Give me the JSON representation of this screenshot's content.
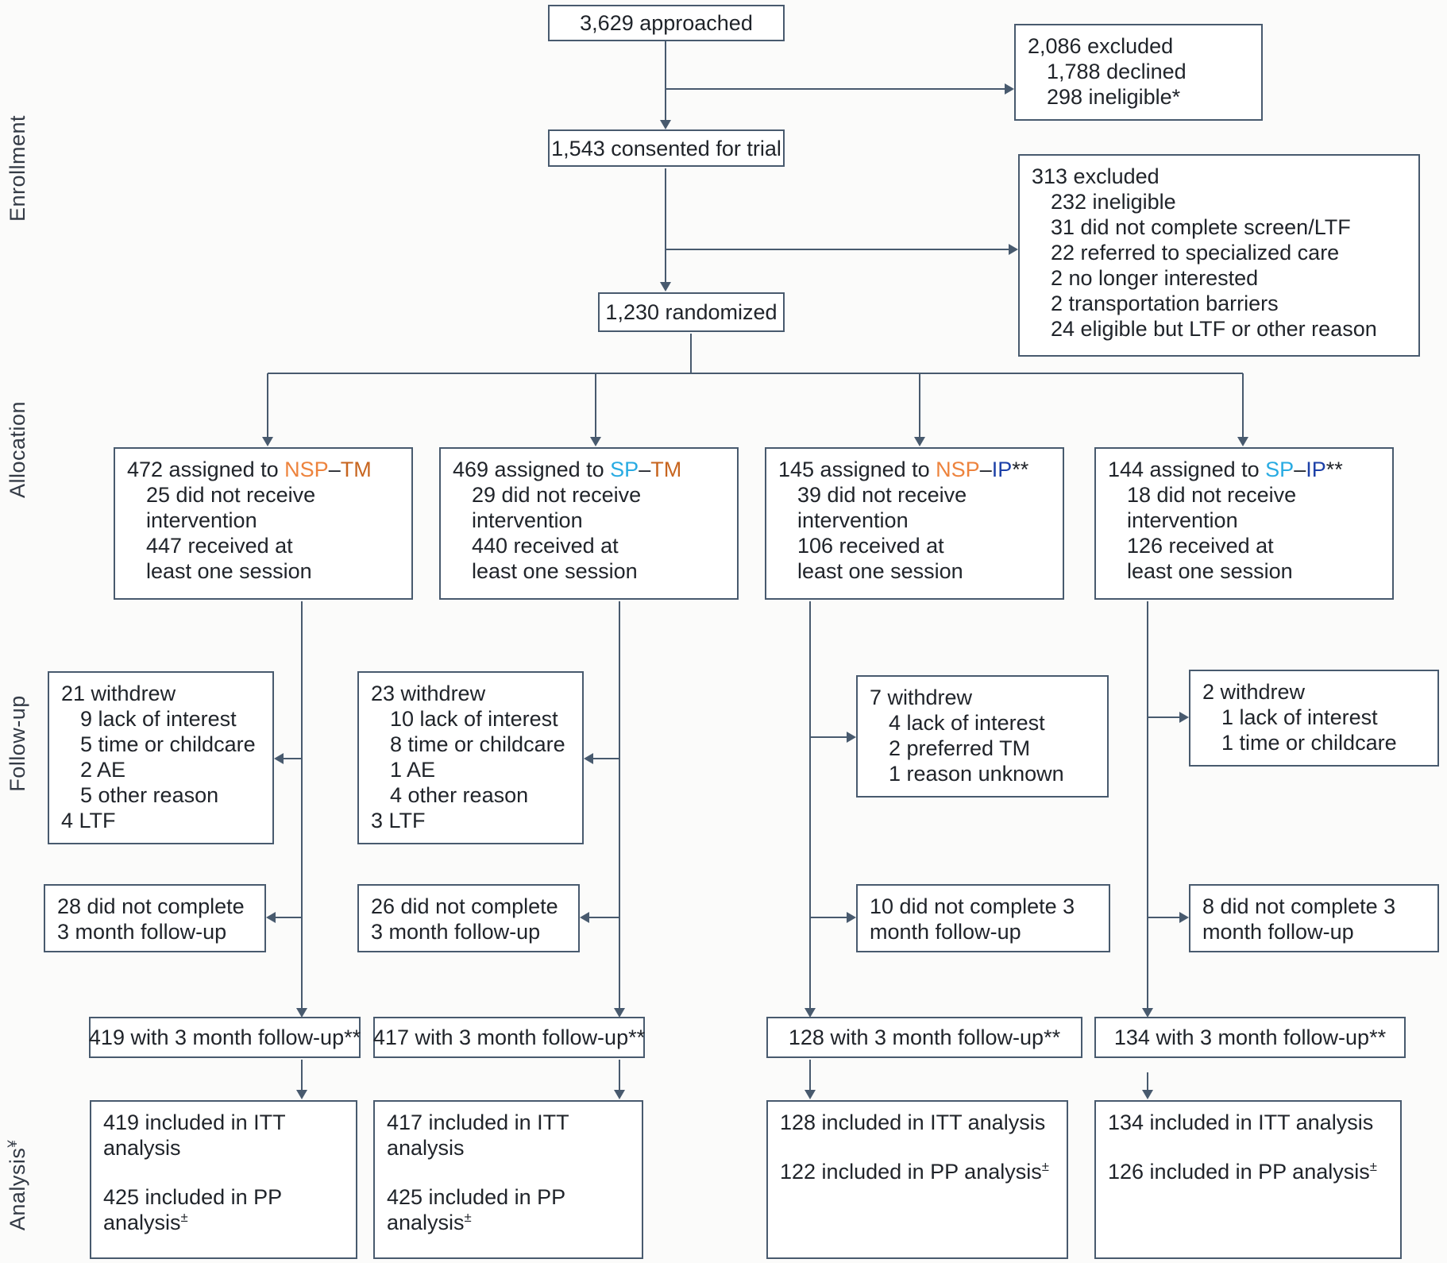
{
  "colors": {
    "line": "#485a6e",
    "text": "#20242a",
    "nsp": "#ed833d",
    "tm": "#c7651f",
    "sp": "#29abe2",
    "ip": "#1d41a8"
  },
  "stages": [
    {
      "label": "Enrollment",
      "sup": ""
    },
    {
      "label": "Allocation",
      "sup": ""
    },
    {
      "label": "Follow-up",
      "sup": ""
    },
    {
      "label": "Analysis",
      "sup": "¥"
    }
  ],
  "enrollment": {
    "approached": "3,629 approached",
    "excluded_top": {
      "lines": [
        {
          "text": "2,086 excluded",
          "indent": 0
        },
        {
          "text": "1,788 declined",
          "indent": 1
        },
        {
          "text": "298 ineligible*",
          "indent": 1
        }
      ]
    },
    "consented": "1,543 consented for trial",
    "excluded_screen": {
      "lines": [
        {
          "text": "313 excluded",
          "indent": 0
        },
        {
          "text": "232 ineligible",
          "indent": 1
        },
        {
          "text": "31 did not complete screen/LTF",
          "indent": 1
        },
        {
          "text": "22 referred to specialized care",
          "indent": 1
        },
        {
          "text": "2 no longer interested",
          "indent": 1
        },
        {
          "text": "2 transportation barriers",
          "indent": 1
        },
        {
          "text": "24 eligible but LTF or other reason",
          "indent": 1
        }
      ]
    },
    "randomized": "1,230 randomized"
  },
  "arms": [
    {
      "name": "NSP-TM",
      "assigned_segments": [
        {
          "text": "472 assigned to ",
          "color": "text"
        },
        {
          "text": "NSP",
          "color": "nsp"
        },
        {
          "text": "–",
          "color": "text"
        },
        {
          "text": "TM",
          "color": "tm"
        }
      ],
      "assigned_lines": [
        {
          "text": "25 did not receive",
          "indent": 1
        },
        {
          "text": "intervention",
          "indent": 1
        },
        {
          "text": "447 received at",
          "indent": 1
        },
        {
          "text": "least one session",
          "indent": 1
        }
      ],
      "withdrew_lines": [
        {
          "text": "21 withdrew",
          "indent": 0
        },
        {
          "text": "9 lack of interest",
          "indent": 1
        },
        {
          "text": "5 time or childcare",
          "indent": 1
        },
        {
          "text": "2 AE",
          "indent": 1
        },
        {
          "text": "5 other reason",
          "indent": 1
        },
        {
          "text": "4 LTF",
          "indent": 0
        }
      ],
      "not_complete": "28 did not complete 3 month follow-up",
      "followup": "419 with 3 month follow-up**",
      "analysis_itt": "419 included in ITT analysis",
      "analysis_pp": "425 included in PP analysis",
      "analysis_pp_sup": "±"
    },
    {
      "name": "SP-TM",
      "assigned_segments": [
        {
          "text": "469 assigned to ",
          "color": "text"
        },
        {
          "text": "SP",
          "color": "sp"
        },
        {
          "text": "–",
          "color": "text"
        },
        {
          "text": "TM",
          "color": "tm"
        }
      ],
      "assigned_lines": [
        {
          "text": "29 did not receive",
          "indent": 1
        },
        {
          "text": "intervention",
          "indent": 1
        },
        {
          "text": "440 received at",
          "indent": 1
        },
        {
          "text": "least one session",
          "indent": 1
        }
      ],
      "withdrew_lines": [
        {
          "text": "23 withdrew",
          "indent": 0
        },
        {
          "text": "10 lack of interest",
          "indent": 1
        },
        {
          "text": "8 time or childcare",
          "indent": 1
        },
        {
          "text": "1 AE",
          "indent": 1
        },
        {
          "text": "4 other reason",
          "indent": 1
        },
        {
          "text": "3 LTF",
          "indent": 0
        }
      ],
      "not_complete": "26 did not complete 3 month follow-up",
      "followup": "417 with 3 month follow-up**",
      "analysis_itt": "417 included in ITT analysis",
      "analysis_pp": "425 included in PP analysis",
      "analysis_pp_sup": "±"
    },
    {
      "name": "NSP-IP",
      "assigned_segments": [
        {
          "text": "145 assigned to ",
          "color": "text"
        },
        {
          "text": "NSP",
          "color": "nsp"
        },
        {
          "text": "–",
          "color": "text"
        },
        {
          "text": "IP",
          "color": "ip"
        },
        {
          "text": "**",
          "color": "text"
        }
      ],
      "assigned_lines": [
        {
          "text": "39 did not receive",
          "indent": 1
        },
        {
          "text": "intervention",
          "indent": 1
        },
        {
          "text": "106 received at",
          "indent": 1
        },
        {
          "text": "least one session",
          "indent": 1
        }
      ],
      "withdrew_lines": [
        {
          "text": "7 withdrew",
          "indent": 0
        },
        {
          "text": "4 lack of interest",
          "indent": 1
        },
        {
          "text": "2 preferred TM",
          "indent": 1
        },
        {
          "text": "1 reason unknown",
          "indent": 1
        }
      ],
      "not_complete": "10 did not complete 3 month follow-up",
      "followup": "128 with 3 month follow-up**",
      "analysis_itt": "128 included in ITT analysis",
      "analysis_pp": "122 included in PP analysis",
      "analysis_pp_sup": "±"
    },
    {
      "name": "SP-IP",
      "assigned_segments": [
        {
          "text": "144 assigned to ",
          "color": "text"
        },
        {
          "text": "SP",
          "color": "sp"
        },
        {
          "text": "–",
          "color": "text"
        },
        {
          "text": "IP",
          "color": "ip"
        },
        {
          "text": "**",
          "color": "text"
        }
      ],
      "assigned_lines": [
        {
          "text": "18 did not receive",
          "indent": 1
        },
        {
          "text": "intervention",
          "indent": 1
        },
        {
          "text": "126 received at",
          "indent": 1
        },
        {
          "text": "least one session",
          "indent": 1
        }
      ],
      "withdrew_lines": [
        {
          "text": "2 withdrew",
          "indent": 0
        },
        {
          "text": "1 lack of interest",
          "indent": 1
        },
        {
          "text": "1 time or childcare",
          "indent": 1
        }
      ],
      "not_complete": "8 did not complete 3 month follow-up",
      "followup": "134 with 3 month follow-up**",
      "analysis_itt": "134 included in ITT analysis",
      "analysis_pp": "126 included in PP analysis",
      "analysis_pp_sup": "±"
    }
  ]
}
